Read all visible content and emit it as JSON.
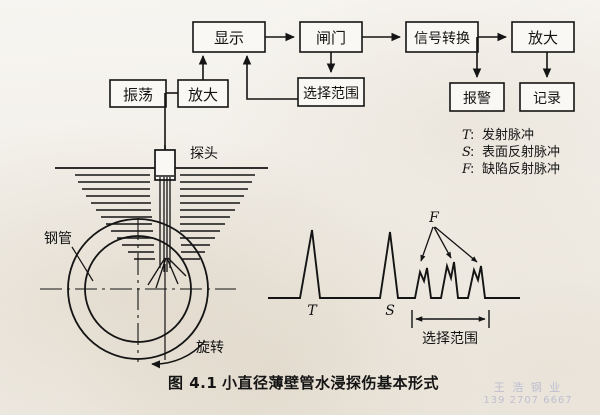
{
  "figure": {
    "number": "图 4.1",
    "caption": "小直径薄壁管水浸探伤基本形式"
  },
  "block_diagram": {
    "boxes": [
      {
        "id": "oscillator",
        "label": "振荡"
      },
      {
        "id": "amplifier1",
        "label": "放大"
      },
      {
        "id": "display",
        "label": "显示"
      },
      {
        "id": "gate",
        "label": "闸门"
      },
      {
        "id": "select_range",
        "label": "选择范围"
      },
      {
        "id": "signal_conv",
        "label": "信号转换"
      },
      {
        "id": "amplifier2",
        "label": "放大"
      },
      {
        "id": "alarm",
        "label": "报警"
      },
      {
        "id": "record",
        "label": "记录"
      }
    ]
  },
  "schematic": {
    "probe_label": "探头",
    "pipe_label": "钢管",
    "rotation_label": "旋转"
  },
  "legend": {
    "items": [
      {
        "symbol": "T",
        "separator": ":",
        "text": "发射脉冲"
      },
      {
        "symbol": "S",
        "separator": ":",
        "text": "表面反射脉冲"
      },
      {
        "symbol": "F",
        "separator": ":",
        "text": "缺陷反射脉冲"
      }
    ]
  },
  "waveform": {
    "labels": {
      "transmit": "T",
      "surface": "S",
      "defect": "F",
      "range": "选择范围"
    }
  },
  "watermark": {
    "name": "王 浩 钢 业",
    "phone": "139 2707 6667"
  },
  "colors": {
    "ink": "#141414",
    "paper": "#f4f2ed",
    "watermark": "#7f86c4"
  }
}
